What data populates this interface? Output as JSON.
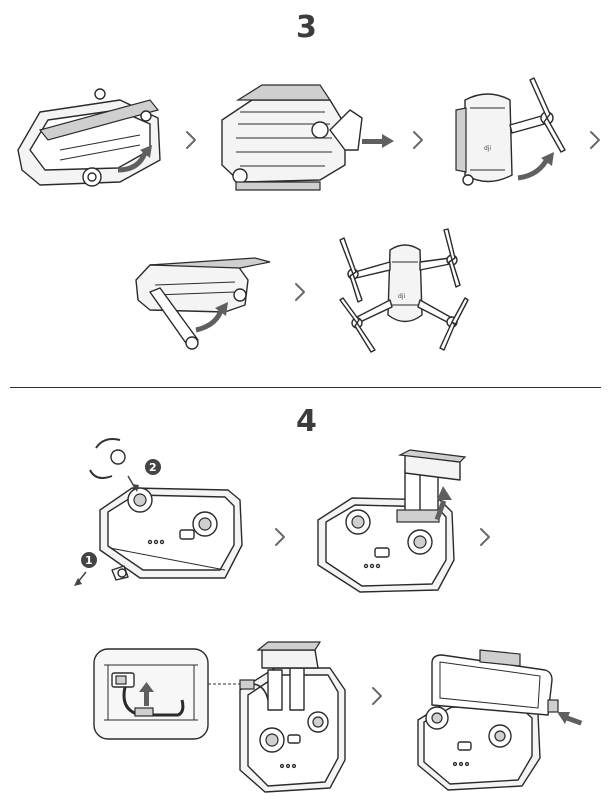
{
  "steps": [
    {
      "number": "3"
    },
    {
      "number": "4"
    }
  ],
  "callouts": {
    "remove_stick": "1",
    "attach_stick": "2"
  }
}
